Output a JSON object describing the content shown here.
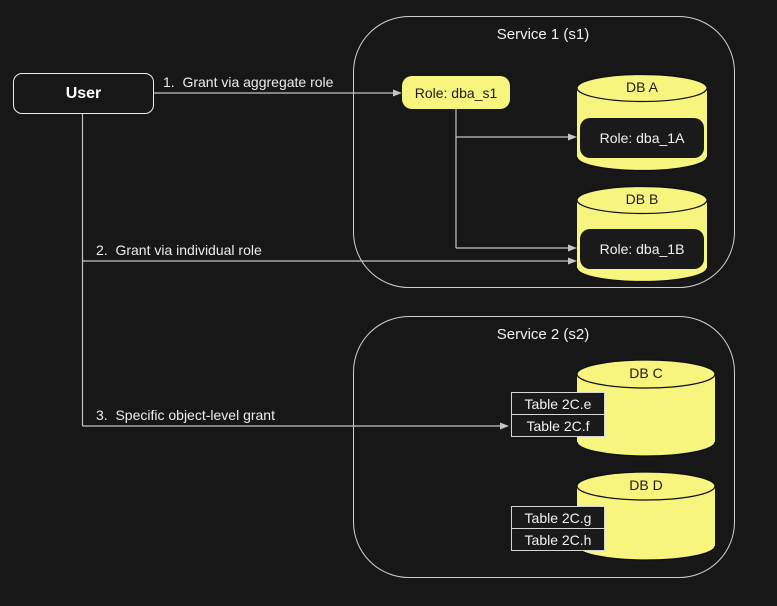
{
  "colors": {
    "background": "#171717",
    "db_yellow": "#F7F57D",
    "connector_gray": "#C4C4C4",
    "dark_node": "#1A1A1A",
    "light_border": "#CFCFCF"
  },
  "user": {
    "label": "User"
  },
  "edge_labels": {
    "aggregate": "1.  Grant via aggregate role",
    "individual": "2.  Grant via individual role",
    "object_level": "3.  Specific object-level grant"
  },
  "service1": {
    "title": "Service 1 (s1)",
    "aggregate_role": "Role: dba_s1",
    "db_a": {
      "name": "DB A",
      "role": "Role: dba_1A"
    },
    "db_b": {
      "name": "DB B",
      "role": "Role: dba_1B"
    }
  },
  "service2": {
    "title": "Service 2 (s2)",
    "db_c": {
      "name": "DB C",
      "tables": [
        "Table 2C.e",
        "Table 2C.f"
      ]
    },
    "db_d": {
      "name": "DB D",
      "tables": [
        "Table 2C.g",
        "Table 2C.h"
      ]
    }
  }
}
